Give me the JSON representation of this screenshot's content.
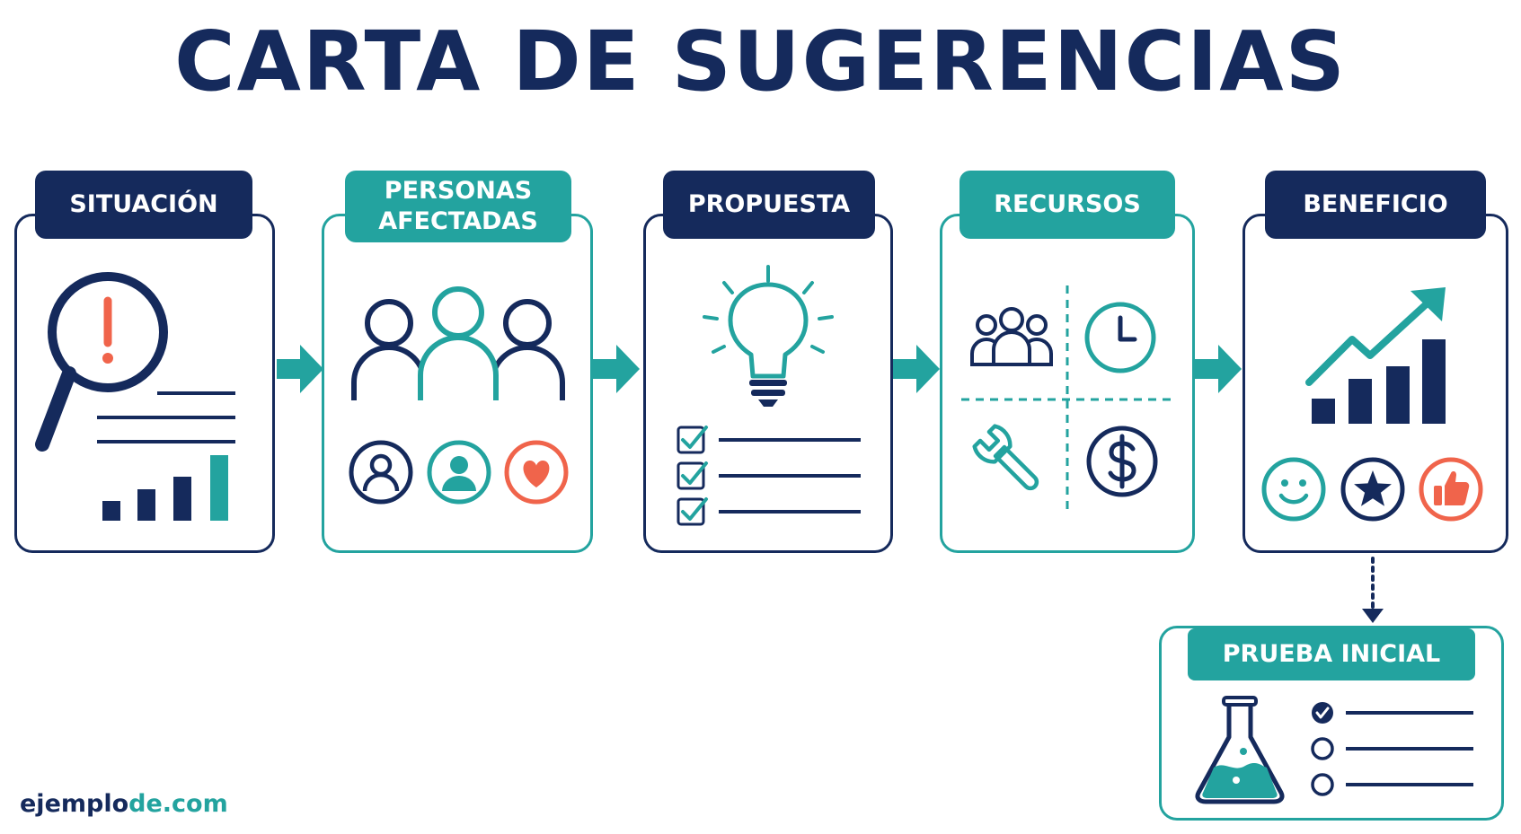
{
  "title": "CARTA DE SUGERENCIAS",
  "steps": [
    {
      "label": "SITUACIÓN"
    },
    {
      "label_lines": [
        "PERSONAS",
        "AFECTADAS"
      ]
    },
    {
      "label": "PROPUESTA"
    },
    {
      "label": "RECURSOS"
    },
    {
      "label": "BENEFICIO"
    }
  ],
  "trial": {
    "label": "PRUEBA INICIAL"
  },
  "footer": {
    "brand_main": "ejemplo",
    "brand_accent": "de.com"
  },
  "colors": {
    "navy": "#152a5c",
    "teal": "#23a39f",
    "coral": "#f0644b"
  }
}
